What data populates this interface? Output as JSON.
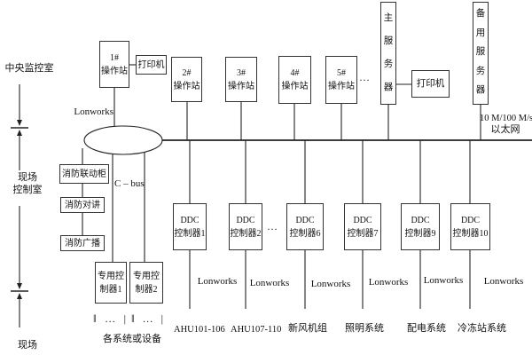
{
  "regions": {
    "central": "中央监控室",
    "field_control": [
      "现场",
      "控制室"
    ],
    "field": "现场"
  },
  "top": {
    "station1": [
      "1#",
      "操作站"
    ],
    "printer_left": "打印机",
    "station2": [
      "2#",
      "操作站"
    ],
    "station3": [
      "3#",
      "操作站"
    ],
    "station4": [
      "4#",
      "操作站"
    ],
    "station5": [
      "5#",
      "操作站"
    ],
    "ellipsis": "…",
    "main_server": "主服务器",
    "printer_right": "打印机",
    "backup_server": "备用服务器"
  },
  "network": {
    "lonworks_top": "Lonworks",
    "cbus": "C – bus",
    "ethernet_speed": "10 M/100 M/s",
    "ethernet_name": "以太网",
    "lonworks_bottom": [
      "Lonworks",
      "Lonworks",
      "Lonworks",
      "Lonworks",
      "Lonworks",
      "Lonworks"
    ]
  },
  "fire": {
    "linkage": "消防联动柜",
    "intercom": "消防对讲",
    "broadcast": "消防广播"
  },
  "ddc": [
    [
      "DDC",
      "控制器1"
    ],
    [
      "DDC",
      "控制器2"
    ],
    [
      "DDC",
      "控制器6"
    ],
    [
      "DDC",
      "控制器7"
    ],
    [
      "DDC",
      "控制器9"
    ],
    [
      "DDC",
      "控制器10"
    ]
  ],
  "ddc_ellipsis": "…",
  "special": [
    [
      "专用控",
      "制器1"
    ],
    [
      "专用控",
      "制器2"
    ]
  ],
  "taps": {
    "double_bar": "‖",
    "dots": "…",
    "single_bar": "|"
  },
  "bottom": {
    "devices": "各系统或设备",
    "systems": [
      "AHU101-106",
      "AHU107-110",
      "新风机组",
      "照明系统",
      "配电系统",
      "冷冻站系统"
    ]
  }
}
